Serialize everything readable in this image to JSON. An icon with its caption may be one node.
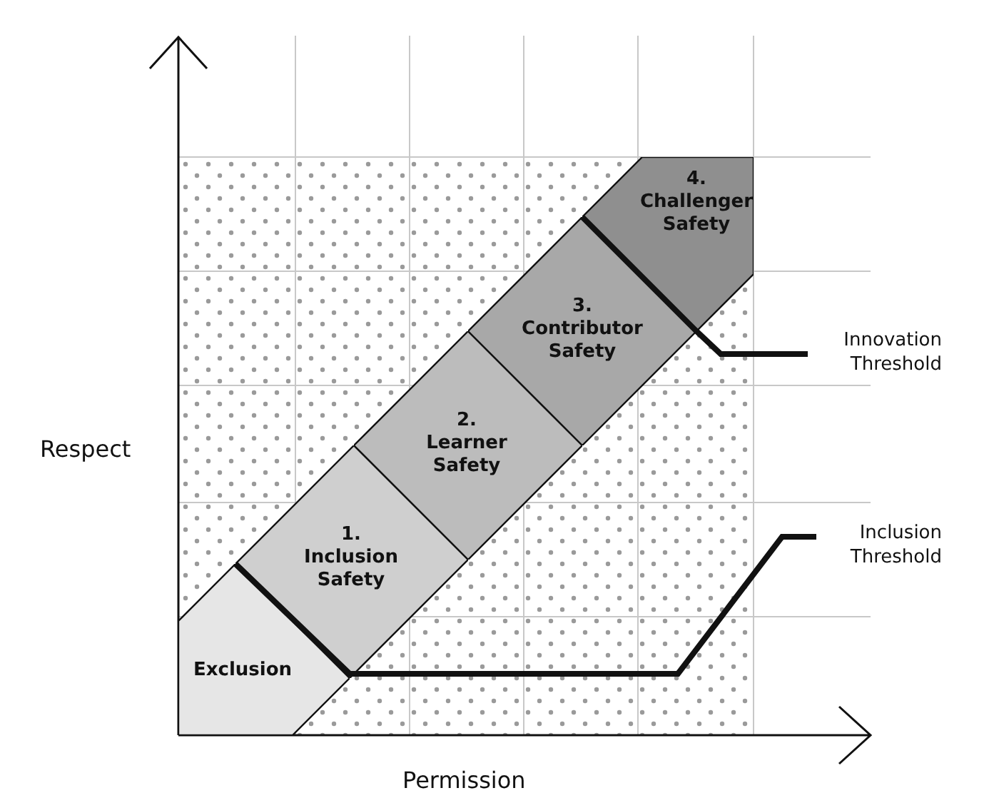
{
  "diagram": {
    "nodes": [
      {
        "text": [
          "Exclusion"
        ]
      },
      {
        "text": [
          "1. Inclusion Safety"
        ]
      },
      {
        "text": [
          "2. Learner Safety"
        ]
      },
      {
        "text": [
          "3. Contributor Safety"
        ]
      },
      {
        "text": [
          "4. Challenger Safety"
        ]
      },
      {
        "text": [
          "Innovation Threshold"
        ]
      },
      {
        "text": [
          "Inclusion Threshold"
        ]
      }
    ],
    "edges": [
      {
        "from": 5,
        "to": 4,
        "arrow": "none"
      },
      {
        "from": 6,
        "to": 1,
        "arrow": "none"
      }
    ],
    "labels": [
      "Respect",
      "Permission"
    ]
  }
}
